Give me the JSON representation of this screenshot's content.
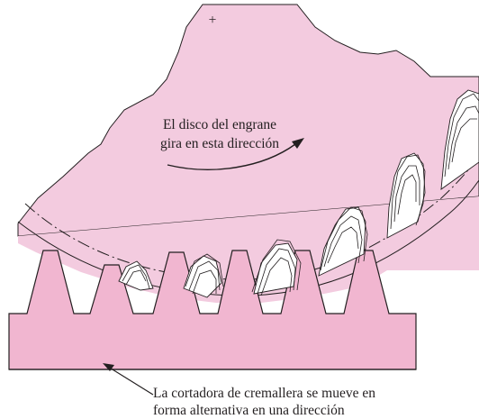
{
  "colors": {
    "disc_fill": "#f3cbdf",
    "rack_fill": "#f1b6d0",
    "ink": "#231f20"
  },
  "disc_center_marker": "+",
  "disc_label": {
    "line1": "El disco del engrane",
    "line2": "gira en esta dirección"
  },
  "rack_label": {
    "line1": "La cortadora de cremallera se mueve en",
    "line2": "forma alternativa en una dirección"
  }
}
